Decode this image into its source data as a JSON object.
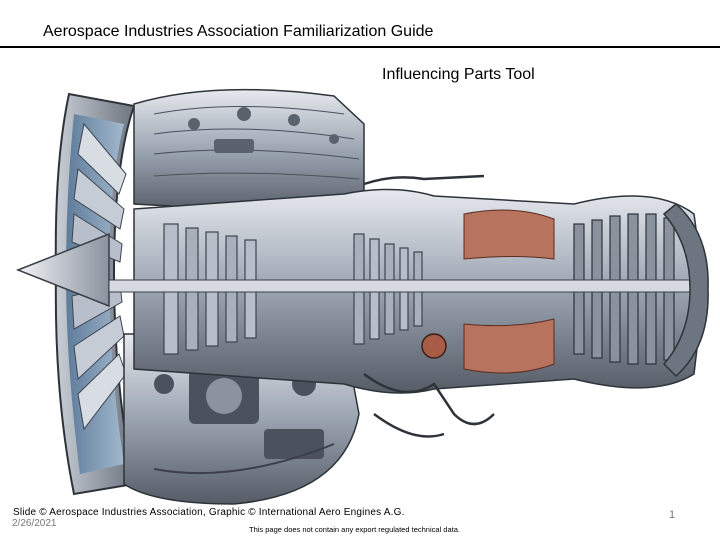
{
  "header": {
    "title": "Aerospace Industries Association Familiarization Guide"
  },
  "slide": {
    "title": "Influencing Parts Tool",
    "image_subject": "turbofan-engine-cutaway"
  },
  "footer": {
    "credit": "Slide © Aerospace Industries Association, Graphic © International Aero Engines A.G.",
    "date": "2/26/2021",
    "note": "This page does not contain any export regulated technical data.",
    "page_number": "1"
  },
  "colors": {
    "text": "#000000",
    "muted": "#777777",
    "engine_metal": "#9aa3b0",
    "engine_dark": "#3a3f48",
    "fan_blue": "#6f8fb0",
    "hot_section": "#b8735e"
  }
}
